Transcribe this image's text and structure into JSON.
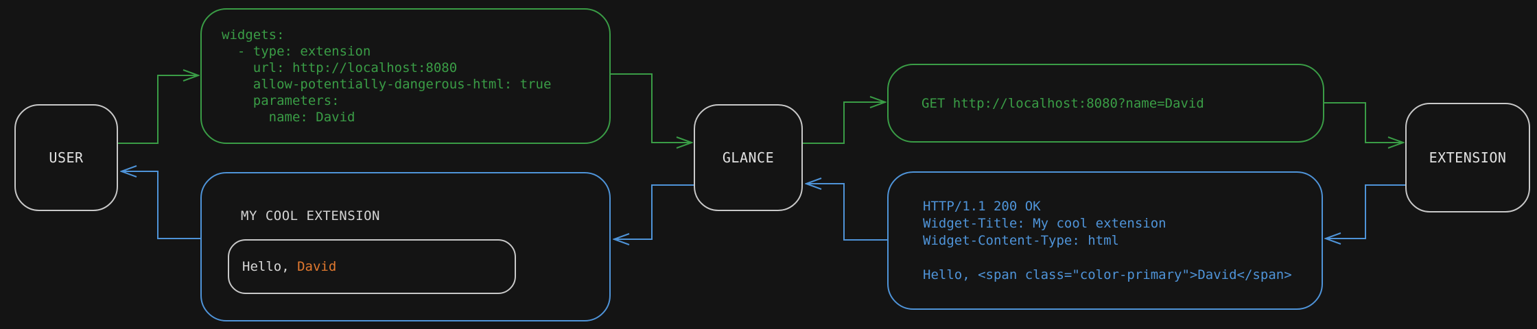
{
  "nodes": {
    "user": {
      "label": "USER"
    },
    "glance": {
      "label": "GLANCE"
    },
    "extension": {
      "label": "EXTENSION"
    }
  },
  "messages": {
    "config": {
      "code": "widgets:\n  - type: extension\n    url: http://localhost:8080\n    allow-potentially-dangerous-html: true\n    parameters:\n      name: David"
    },
    "request": {
      "code": "GET http://localhost:8080?name=David"
    },
    "response": {
      "code": "HTTP/1.1 200 OK\nWidget-Title: My cool extension\nWidget-Content-Type: html\n\nHello, <span class=\"color-primary\">David</span>"
    },
    "preview": {
      "title": "MY COOL EXTENSION",
      "greeting_prefix": "Hello, ",
      "greeting_name": "David"
    }
  },
  "colors": {
    "request_green": "#3a9d46",
    "response_blue": "#4f94d9",
    "node_border": "#c9c9c9",
    "text_light": "#e2e2e2",
    "name_orange": "#e1792f",
    "background": "#141414"
  }
}
